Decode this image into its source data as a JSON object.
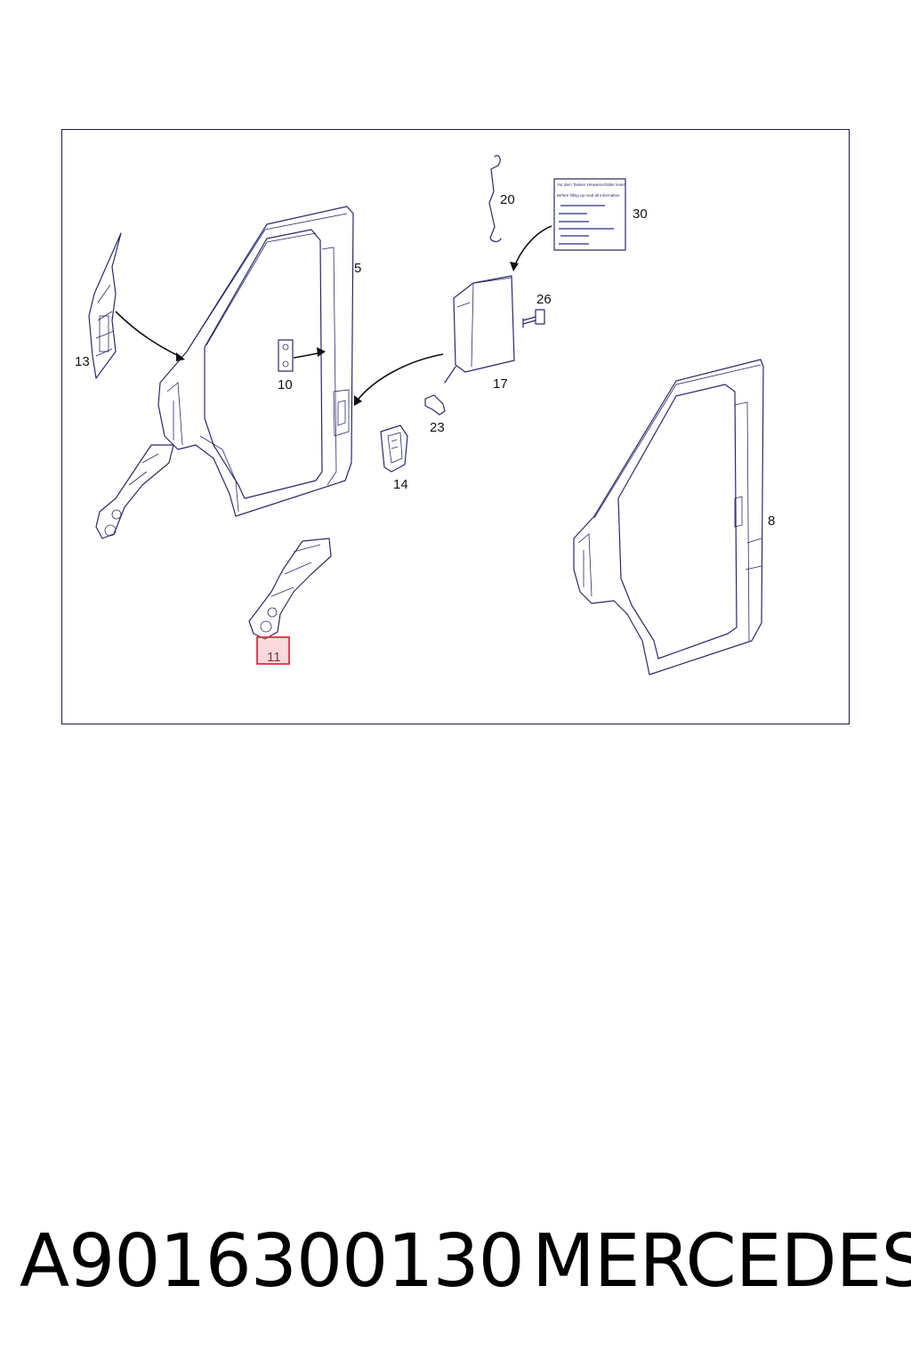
{
  "diagram": {
    "callouts": [
      {
        "id": "5",
        "text": "5"
      },
      {
        "id": "8",
        "text": "8"
      },
      {
        "id": "10",
        "text": "10"
      },
      {
        "id": "11",
        "text": "11",
        "highlighted": true
      },
      {
        "id": "13",
        "text": "13"
      },
      {
        "id": "14",
        "text": "14"
      },
      {
        "id": "17",
        "text": "17"
      },
      {
        "id": "20",
        "text": "20"
      },
      {
        "id": "23",
        "text": "23"
      },
      {
        "id": "26",
        "text": "26"
      },
      {
        "id": "30",
        "text": "30"
      }
    ],
    "label_sticker": {
      "line1": "Vor dem Tanken Hinweisschilder lesen",
      "line2": "Before filling up read all information"
    },
    "highlight_color": "#e03040",
    "line_color": "#2a2a6a"
  },
  "footer": {
    "part_number": "A9016300130",
    "brand": "MERCEDES"
  }
}
